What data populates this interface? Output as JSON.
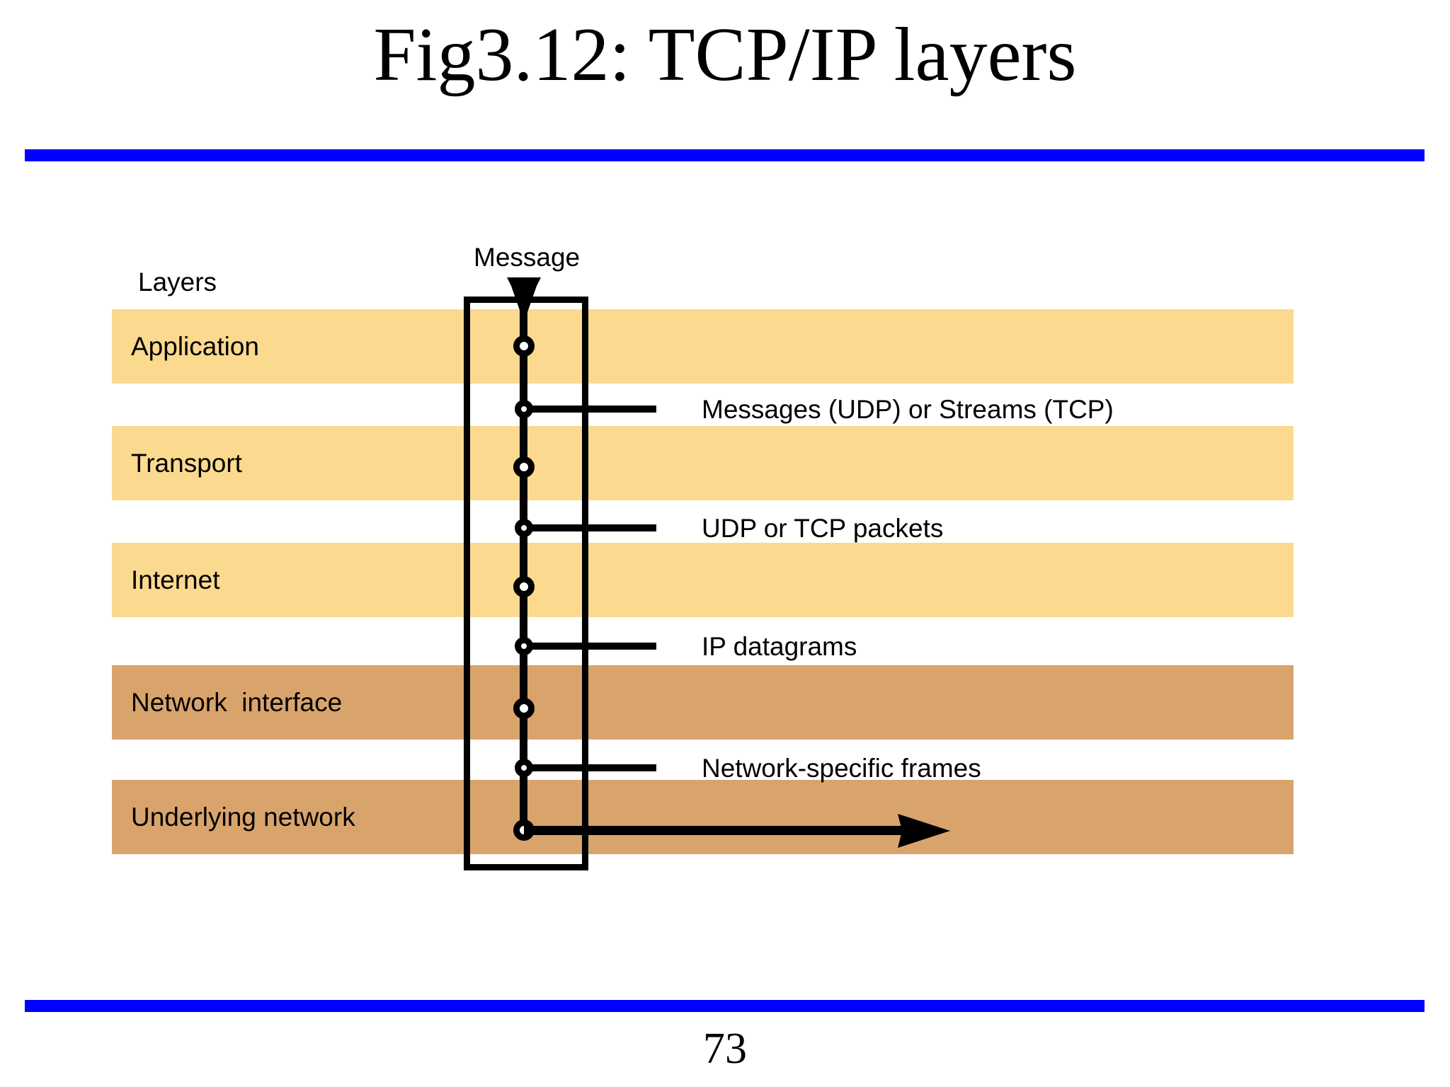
{
  "slide": {
    "title": "Fig3.12: TCP/IP layers",
    "page_number": "73",
    "rule_color": "#0000ff"
  },
  "diagram": {
    "layers_heading": "Layers",
    "message_label": "Message",
    "band_color_light": "#fbd98e",
    "band_color_dark": "#d9a46c",
    "layers": [
      {
        "label": "Application",
        "shade": "light"
      },
      {
        "label": "Transport",
        "shade": "light"
      },
      {
        "label": "Internet",
        "shade": "light"
      },
      {
        "label": "Network  interface",
        "shade": "dark"
      },
      {
        "label": "Underlying network",
        "shade": "dark"
      }
    ],
    "annotations": [
      {
        "text": "Messages (UDP) or Streams (TCP)"
      },
      {
        "text": "UDP or TCP packets"
      },
      {
        "text": "IP datagrams"
      },
      {
        "text": "Network-specific frames"
      }
    ]
  }
}
